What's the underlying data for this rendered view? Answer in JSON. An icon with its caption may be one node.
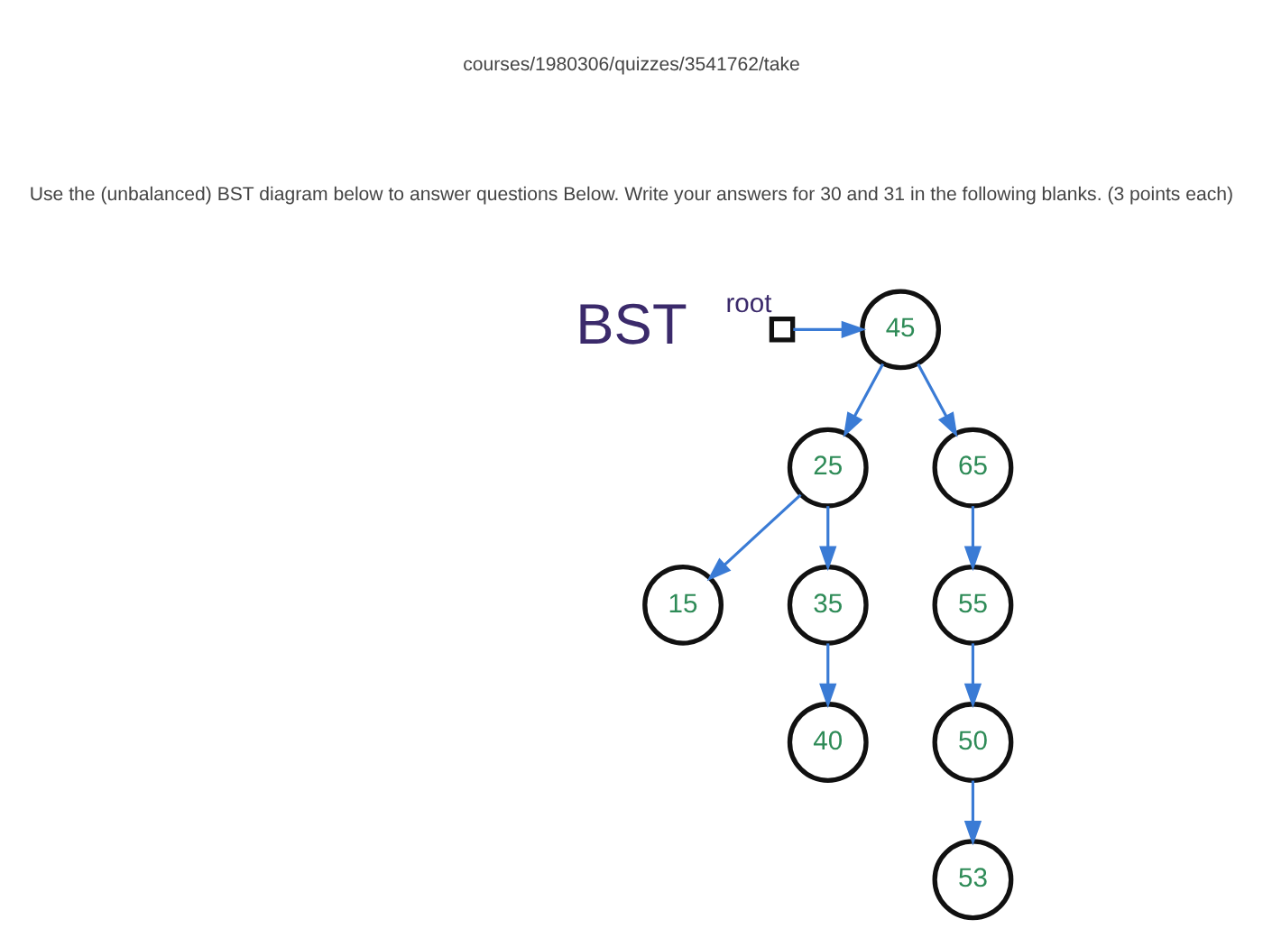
{
  "diagram": {
    "nodes": [
      {
        "text": [],
        "shape": "box",
        "beside": [
          "root"
        ]
      },
      {
        "text": [
          "45"
        ]
      },
      {
        "text": [
          "25"
        ]
      },
      {
        "text": [
          "65"
        ]
      },
      {
        "text": [
          "15"
        ]
      },
      {
        "text": [
          "35"
        ]
      },
      {
        "text": [
          "55"
        ]
      },
      {
        "text": [
          "40"
        ]
      },
      {
        "text": [
          "50"
        ]
      },
      {
        "text": [
          "53"
        ]
      }
    ],
    "edges": [
      {
        "from": 0,
        "to": 1,
        "arrow": "to"
      },
      {
        "from": 1,
        "to": 2,
        "arrow": "to"
      },
      {
        "from": 1,
        "to": 3,
        "arrow": "to"
      },
      {
        "from": 2,
        "to": 4,
        "arrow": "to"
      },
      {
        "from": 2,
        "to": 5,
        "arrow": "to"
      },
      {
        "from": 3,
        "to": 6,
        "arrow": "to"
      },
      {
        "from": 5,
        "to": 7,
        "arrow": "to"
      },
      {
        "from": 6,
        "to": 8,
        "arrow": "to"
      },
      {
        "from": 8,
        "to": 9,
        "arrow": "to"
      }
    ],
    "labels": [
      "courses/1980306/quizzes/3541762/take",
      "Use the (unbalanced) BST diagram below to answer questions Below. Write your answers for 30 and 31 in the following blanks. (3 points each)",
      "BST"
    ]
  }
}
